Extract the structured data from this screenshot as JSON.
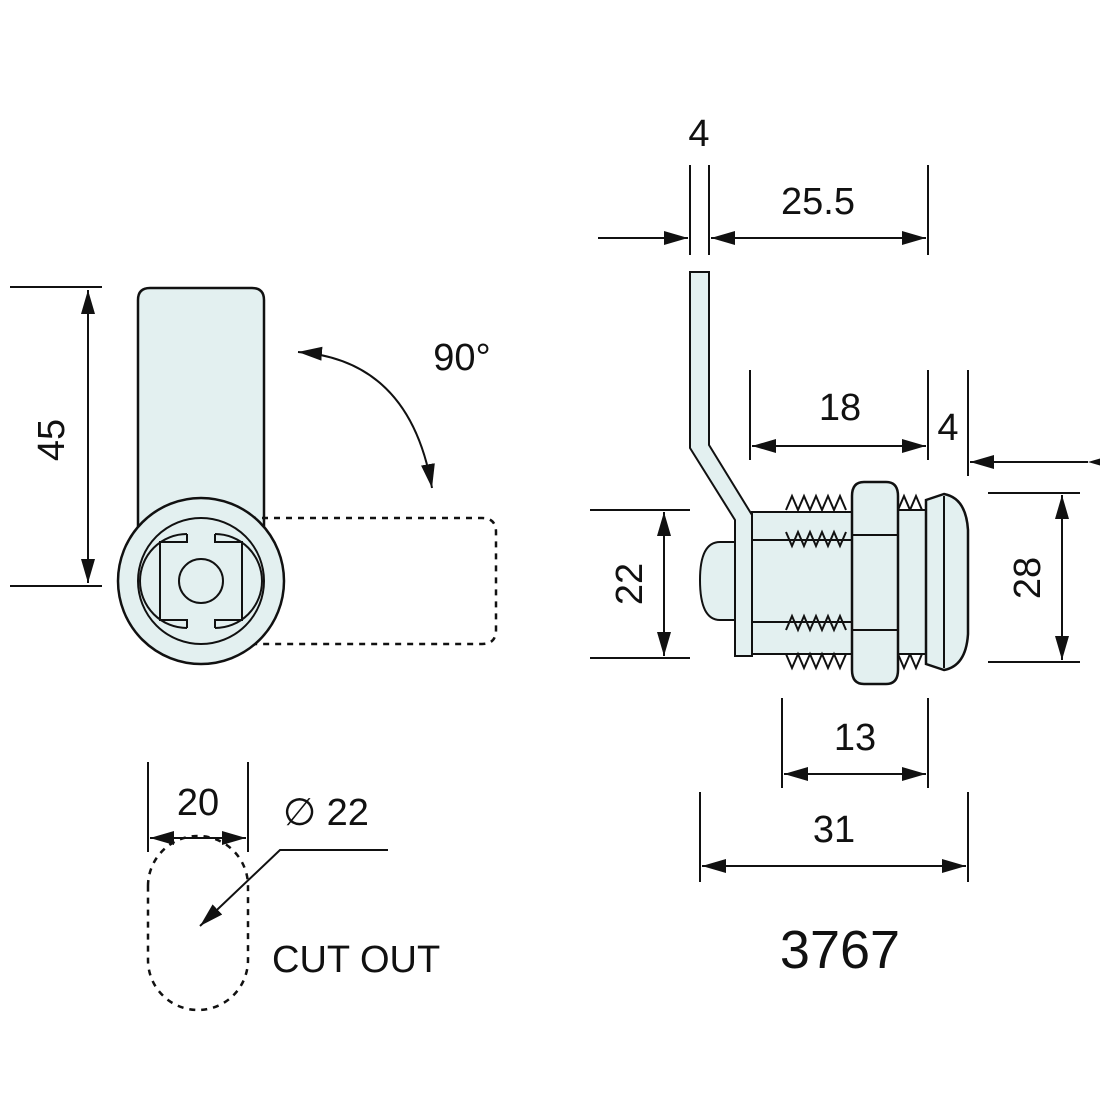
{
  "drawing": {
    "model_number": "3767",
    "cutout_label": "CUT OUT",
    "cutout_diameter": "∅ 22",
    "cutout_flat": "20",
    "rotation_angle": "90°",
    "dimensions": {
      "cam_length": "45",
      "cam_thickness": "4",
      "cam_offset": "25.5",
      "thread_length": "18",
      "face_thickness": "4",
      "body_diameter": "22",
      "face_diameter": "28",
      "nut_to_face": "13",
      "overall_length": "31"
    }
  },
  "colors": {
    "part_fill": "#e3f0f0",
    "line": "#111111"
  }
}
